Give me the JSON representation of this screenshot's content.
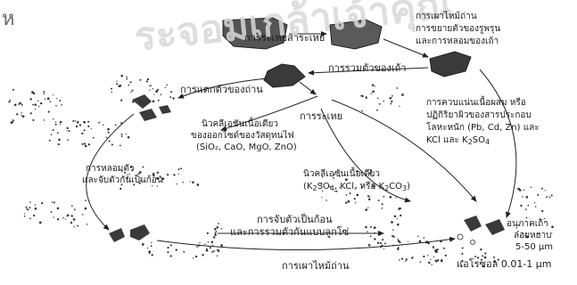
{
  "watermark": {
    "text": "ระจอมเกล้าเจ้าคุณ",
    "edge_glyph": "ห"
  },
  "labels": {
    "vaporize": "การระเหยสาระเหย",
    "char_burn_1": "การเผาไหม้ถ่าน",
    "char_burn_2": "การขยายตัวของรูพรุน",
    "char_burn_3": "และการหลอมของเถ้า",
    "ash_coalesce": "การรวมตัวของเถ้า",
    "char_break": "การแตกตัวของถ่าน",
    "evaporation": "การระเหย",
    "refractory_nucleation_1": "นิวคลีเอชันเนื้อเดียว",
    "refractory_nucleation_2": "ของออกไซด์ของวัสดุทนไฟ",
    "refractory_nucleation_3": "(SiO₂, CaO, MgO, ZnO)",
    "condensation_1": "การควบแน่นเนื้อผสม หรือ",
    "condensation_2": "ปฏิกิริยาผิวของสารประกอบ",
    "condensation_3_prefix": "โลหะหนัก (Pb, Cd, Zn) และ",
    "condensation_4_prefix": "KCl และ K",
    "condensation_4_sub1": "2",
    "condensation_4_mid": "SO",
    "condensation_4_sub2": "4",
    "melt_1": "การหลอมตัว",
    "melt_2": "และจับตัวกันเป็นก้อน",
    "alkali_nucleation_1": "นิวคลีเอชันเนื้อเดียว",
    "alkali_nucleation_2_a": "(K",
    "alkali_nucleation_2_sub1": "2",
    "alkali_nucleation_2_b": "SO",
    "alkali_nucleation_2_sub2": "4",
    "alkali_nucleation_2_c": ", KCl, หรือ K",
    "alkali_nucleation_2_sub3": "2",
    "alkali_nucleation_2_d": "CO",
    "alkali_nucleation_2_sub4": "3",
    "alkali_nucleation_2_e": ")",
    "agglomeration_1": "การจับตัวเป็นก้อน",
    "agglomeration_2": "และการรวมตัวกันแบบลูกโซ่",
    "char_combustion": "การเผาไหม้ถ่าน",
    "coarse_ash_1": "อนุภาคเถ้า",
    "coarse_ash_2": "ลอยหยาบ",
    "coarse_ash_3": "5-50 μm",
    "aerosol": "แอโรซอล 0.01-1 μm"
  },
  "colors": {
    "line": "#222222",
    "particle": "#4a4a4a",
    "particle_dark": "#2e2e2e",
    "dots": "#333333"
  }
}
